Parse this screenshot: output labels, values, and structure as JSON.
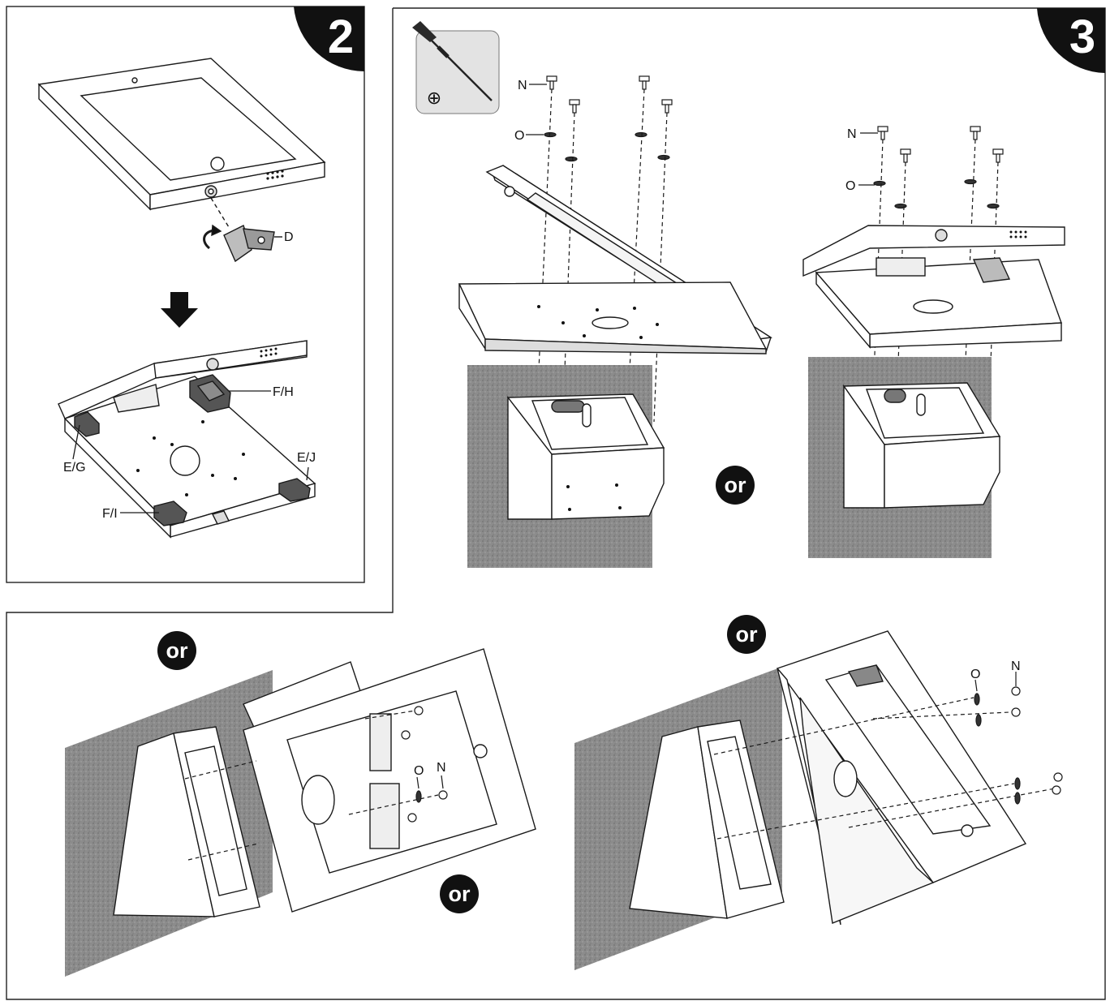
{
  "colors": {
    "ink": "#1a1a1a",
    "wall": "#8a8a8a",
    "wall_dark": "#6f6f6f",
    "badge": "#111111",
    "tool_bg": "#e3e3e3"
  },
  "step2": {
    "number": "2",
    "labels": {
      "key": "D",
      "upper_right_block": "F/H",
      "upper_left_block": "E/G",
      "lower_right_block": "E/J",
      "lower_left_block": "F/I"
    }
  },
  "step3": {
    "number": "3",
    "tool_icon": "screwdriver-icon",
    "tool_symbol": "⊕",
    "left": {
      "screw_label": "N",
      "washer_label": "O"
    },
    "right": {
      "screw_label": "N",
      "washer_label": "O"
    },
    "or_label": "or"
  },
  "bottom": {
    "left": {
      "or_top": "or",
      "or_bottom": "or",
      "washer_label": "O",
      "screw_label": "N"
    },
    "right": {
      "or_top": "or",
      "washer_label": "O",
      "screw_label": "N"
    }
  }
}
